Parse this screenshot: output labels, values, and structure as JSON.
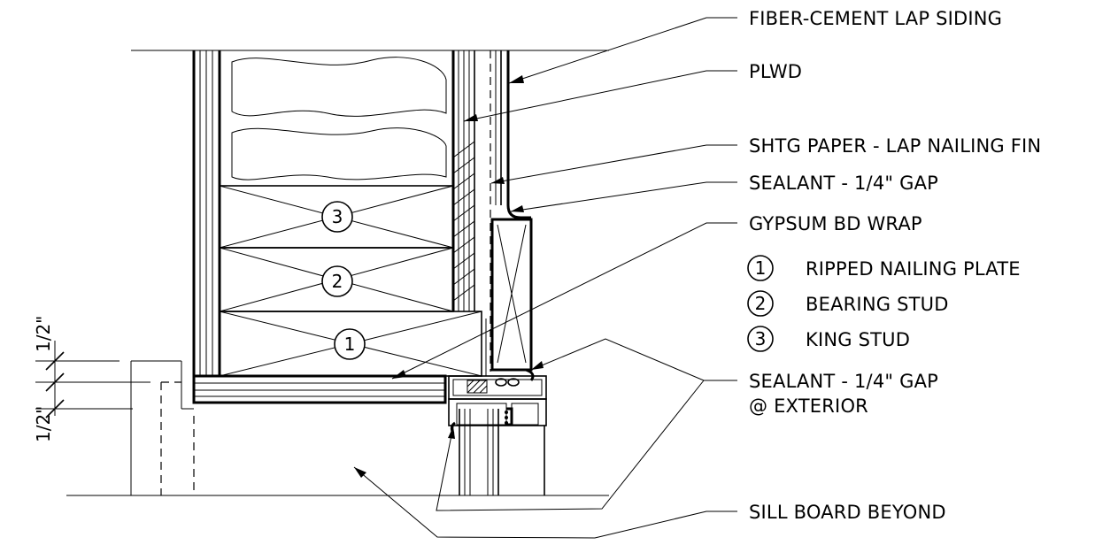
{
  "labels": {
    "siding": "FIBER-CEMENT LAP SIDING",
    "plwd": "PLWD",
    "shtg_paper": "SHTG PAPER - LAP NAILING FIN",
    "sealant_top": "SEALANT - 1/4\" GAP",
    "gypsum": "GYPSUM BD WRAP",
    "sealant_ext_line1": "SEALANT - 1/4\" GAP",
    "sealant_ext_line2": "@ EXTERIOR",
    "sill": "SILL BOARD BEYOND"
  },
  "legend": [
    {
      "number": "1",
      "text": "RIPPED NAILING PLATE"
    },
    {
      "number": "2",
      "text": "BEARING STUD"
    },
    {
      "number": "3",
      "text": "KING STUD"
    }
  ],
  "dimensions": {
    "upper": "1/2\"",
    "lower": "1/2\""
  }
}
